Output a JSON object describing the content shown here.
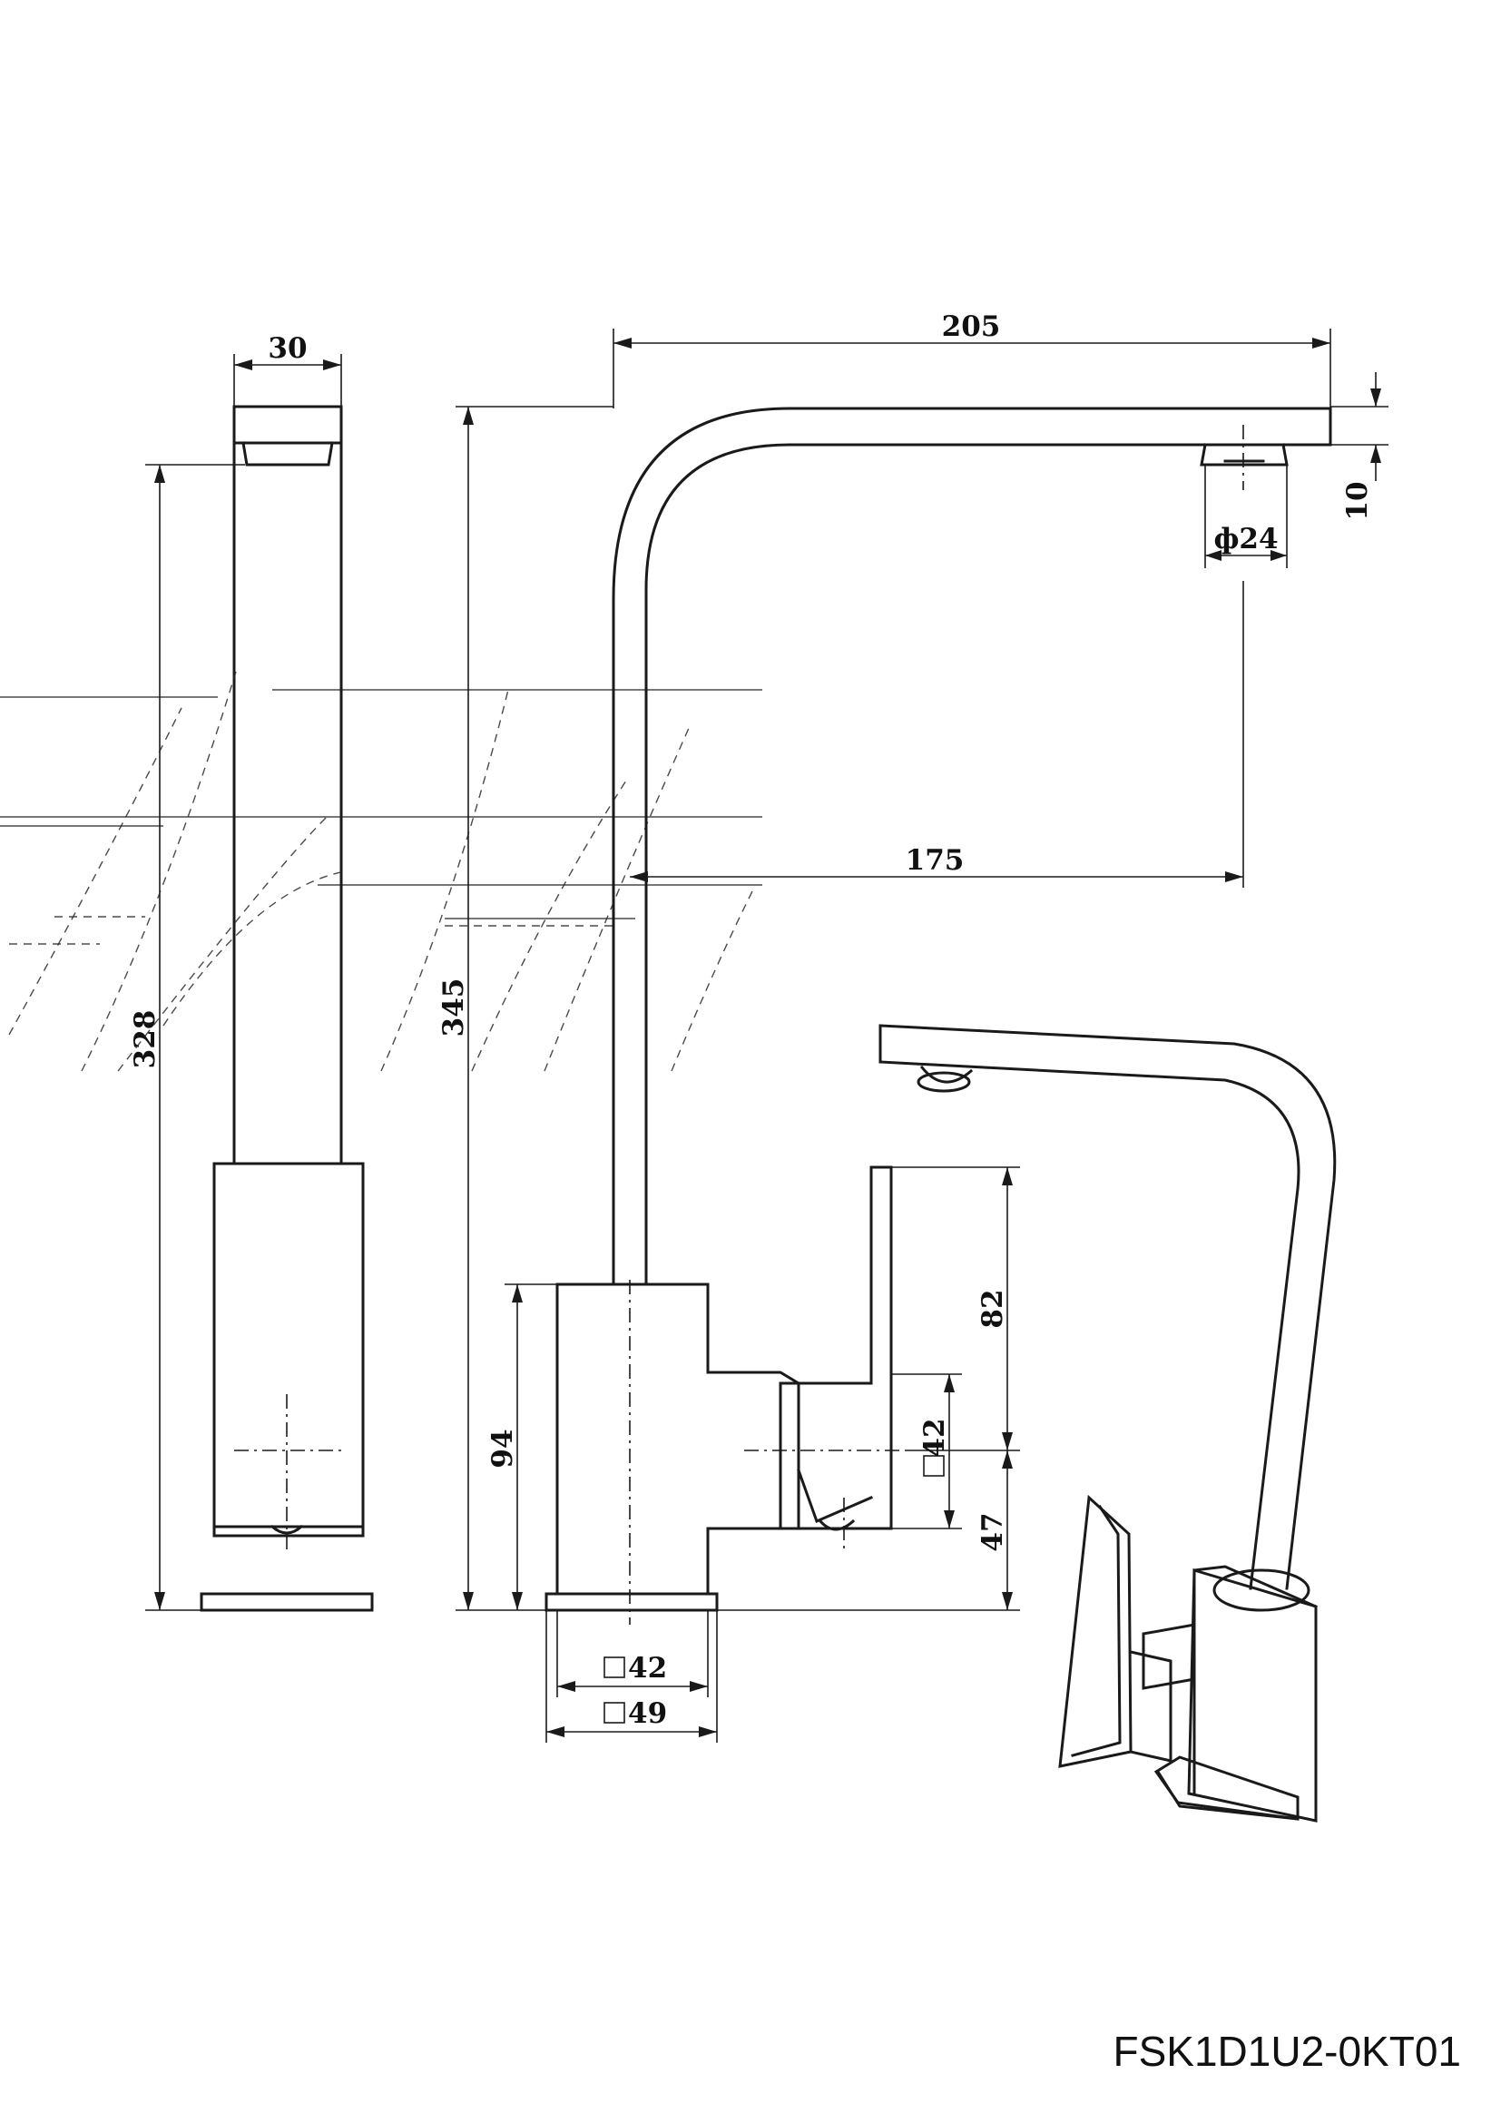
{
  "drawing": {
    "code": "FSK1D1U2-0KT01",
    "side_view": {
      "width": "30",
      "height": "328"
    },
    "front_view": {
      "spout_reach": "205",
      "spout_thickness": "10",
      "outlet_diameter": "ф24",
      "outlet_offset": "175",
      "total_height": "345",
      "body_height": "94",
      "handle_height": "82",
      "handle_square": "42",
      "handle_lower": "47",
      "base_inner": "42",
      "base_outer": "49"
    },
    "colors": {
      "line": "#1a1a1a",
      "background": "#ffffff"
    }
  }
}
